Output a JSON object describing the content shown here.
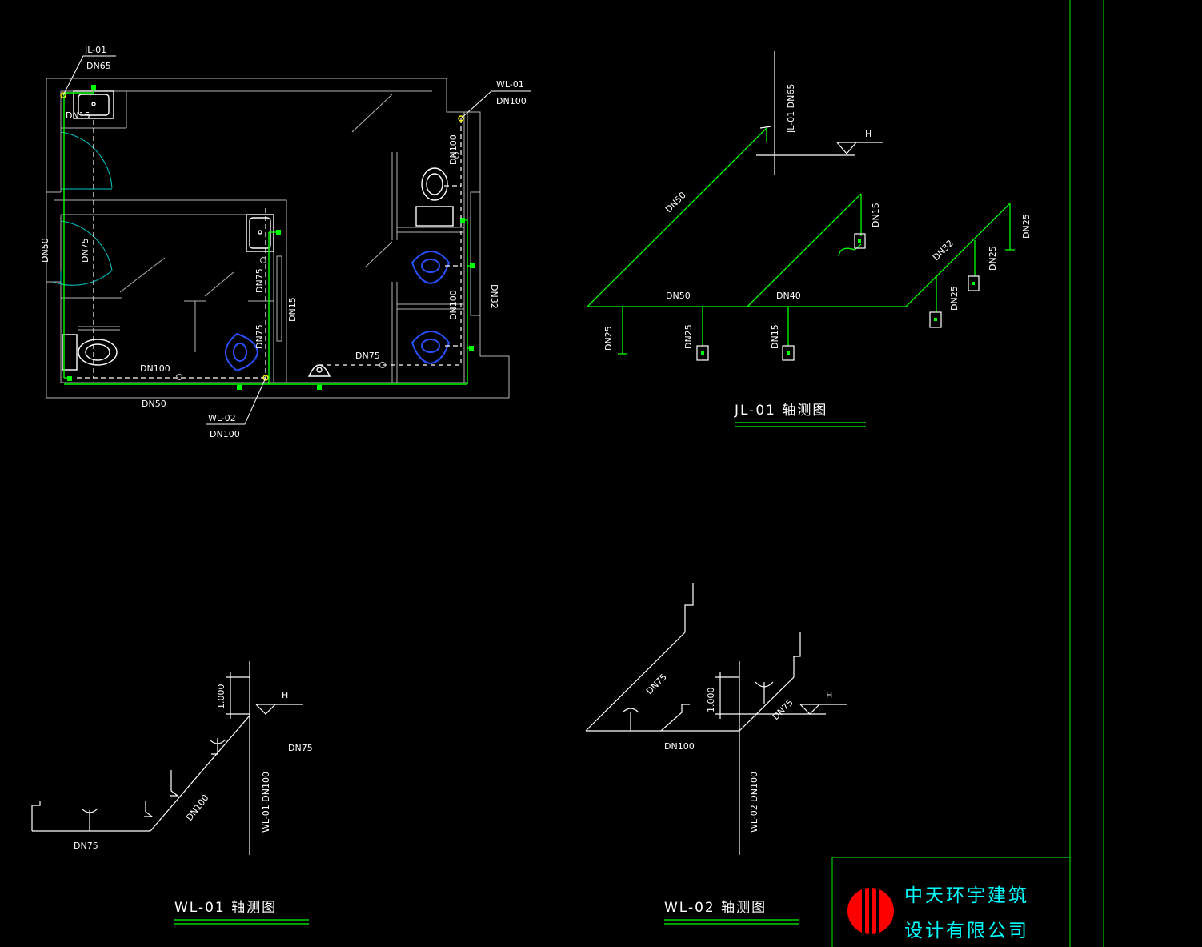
{
  "colors": {
    "background": "#000000",
    "wall": "#b4b4b4",
    "pipe_supply": "#00ff00",
    "pipe_drain": "#ffffff",
    "fixture": "#2040ff",
    "valve": "#00ff00",
    "logo_red": "#ff0000",
    "logo_text": "#00ffff",
    "border": "#00c800"
  },
  "plan": {
    "jl01_tag": "JL-01",
    "jl01_size": "DN65",
    "wl01_tag": "WL-01",
    "wl01_size": "DN100",
    "wl02_tag": "WL-02",
    "wl02_size": "DN100",
    "dn15_basin": "DN15",
    "dn50_left": "DN50",
    "dn75_left": "DN75",
    "dn75_mid": "DN75",
    "dn15_mid": "DN15",
    "dn75_lower": "DN75",
    "dn100_bottom": "DN100",
    "dn50_bottom": "DN50",
    "dn75_bottom_right": "DN75",
    "dn100_right_top": "DN100",
    "dn100_right_mid": "DN100",
    "dn32_right": "DN32"
  },
  "jl01_iso": {
    "title": "JL-01  轴测图",
    "riser_label": "JL-01 DN65",
    "h_mark": "H",
    "diag_main": "DN50",
    "bottom_dn50": "DN50",
    "bottom_dn40": "DN40",
    "branch_dn25_a": "DN25",
    "branch_dn25_b": "DN25",
    "branch_dn15_a": "DN15",
    "branch_dn15_b": "DN15",
    "diag_dn32": "DN32",
    "branch_dn25_c": "DN25",
    "branch_dn25_d": "DN25",
    "branch_dn25_e": "DN25"
  },
  "wl01_iso": {
    "title": "WL-01  轴测图",
    "height_dim": "1.000",
    "h_mark": "H",
    "dn75_right": "DN75",
    "riser_label": "WL-01  DN100",
    "diag_dn100": "DN100",
    "bottom_dn75": "DN75"
  },
  "wl02_iso": {
    "title": "WL-02  轴测图",
    "height_dim": "1.000",
    "h_mark": "H",
    "diag_dn75_left": "DN75",
    "diag_dn75_right": "DN75",
    "bottom_dn100": "DN100",
    "riser_label": "WL-02  DN100"
  },
  "titleblock": {
    "company_line1": "中天环宇建筑",
    "company_line2": "设计有限公司"
  }
}
